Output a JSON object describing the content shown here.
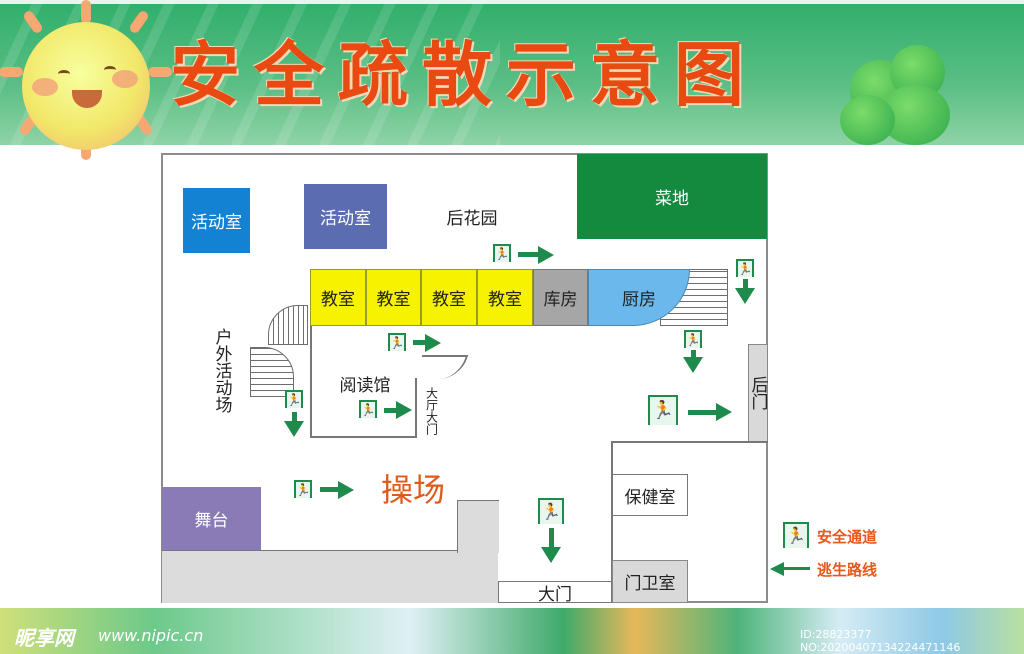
{
  "header": {
    "title": "安全疏散示意图",
    "title_color": "#e84a12",
    "banner_color": "#3aa96c"
  },
  "map": {
    "rooms": {
      "activity_room_1": {
        "label": "活动室",
        "color": "#1482d2"
      },
      "activity_room_2": {
        "label": "活动室",
        "color": "#5b6db0"
      },
      "back_garden": {
        "label": "后花园"
      },
      "vegetable_field": {
        "label": "菜地",
        "color": "#138a3e"
      },
      "classrooms": [
        {
          "label": "教室",
          "color": "#f6f200"
        },
        {
          "label": "教室",
          "color": "#f6f200"
        },
        {
          "label": "教室",
          "color": "#f6f200"
        },
        {
          "label": "教室",
          "color": "#f6f200"
        }
      ],
      "storage": {
        "label": "库房",
        "color": "#a6a6a6"
      },
      "kitchen": {
        "label": "厨房",
        "color": "#6ab8ec"
      },
      "outdoor_area": {
        "label": "户外活动场"
      },
      "reading_hall": {
        "label": "阅读馆"
      },
      "hall_gate": {
        "label": "大厅大门"
      },
      "back_gate": {
        "label": "后门",
        "color": "#d9d9d9"
      },
      "playground": {
        "label": "操场",
        "color": "#e05a1a"
      },
      "stage": {
        "label": "舞台",
        "color": "#8a7ab6"
      },
      "health_room": {
        "label": "保健室"
      },
      "main_gate": {
        "label": "大门"
      },
      "guard_room": {
        "label": "门卫室",
        "color": "#d9d9d9"
      }
    },
    "exit_icon": "running-man-exit-icon",
    "arrow_color": "#1e8a4c"
  },
  "legend": {
    "items": [
      {
        "icon": "running-man-exit-icon",
        "label": "安全通道"
      },
      {
        "icon": "arrow-left-icon",
        "label": "逃生路线"
      }
    ],
    "label_color": "#e8581a"
  },
  "footer": {
    "watermark_logo": "昵享网",
    "watermark_url": "www.nipic.cn",
    "image_id": "ID:28823377 NO:20200407134224471146"
  }
}
